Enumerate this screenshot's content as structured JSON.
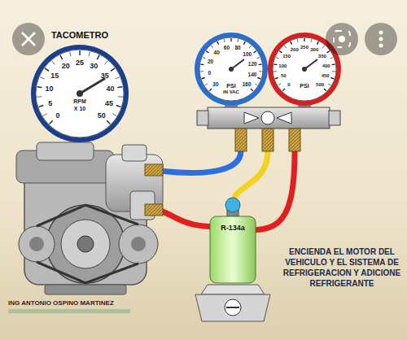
{
  "diagram": {
    "nodes": [
      {
        "text": [
          "TACOMETRO",
          "RPM",
          "X 10"
        ]
      },
      {
        "text": [
          "PSI",
          "IN VAC"
        ]
      },
      {
        "text": [
          "PSI"
        ]
      },
      {
        "text": [
          "R-134a"
        ]
      }
    ],
    "labels": [
      "0",
      "5",
      "10",
      "15",
      "20",
      "25",
      "30",
      "35",
      "40",
      "45",
      "50",
      "0",
      "20",
      "40",
      "60",
      "80",
      "100",
      "120",
      "140",
      "160",
      "30",
      "0",
      "50",
      "100",
      "150",
      "200",
      "250",
      "300",
      "350",
      "400",
      "450",
      "500",
      "ENCIENDA EL MOTOR DEL VEHICULO Y EL SISTEMA DE REFRIGERACION Y ADICIONE REFRIGERANTE",
      "ING ANTONIO OSPINO MARTINEZ"
    ]
  }
}
